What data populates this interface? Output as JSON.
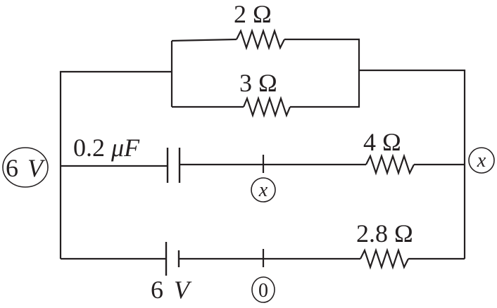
{
  "labels": {
    "r_top": "2 Ω",
    "r_mid": "3 Ω",
    "r_4": "4 Ω",
    "r_28": "2.8 Ω",
    "cap": "0.2 μF",
    "cap_num": "0.2",
    "cap_mu": "μF",
    "battery_num": "6",
    "battery_unit": "V",
    "node_left_num": "6",
    "node_left_unit": "V",
    "node_mid": "x",
    "node_right": "x",
    "node_bottom": "0"
  }
}
